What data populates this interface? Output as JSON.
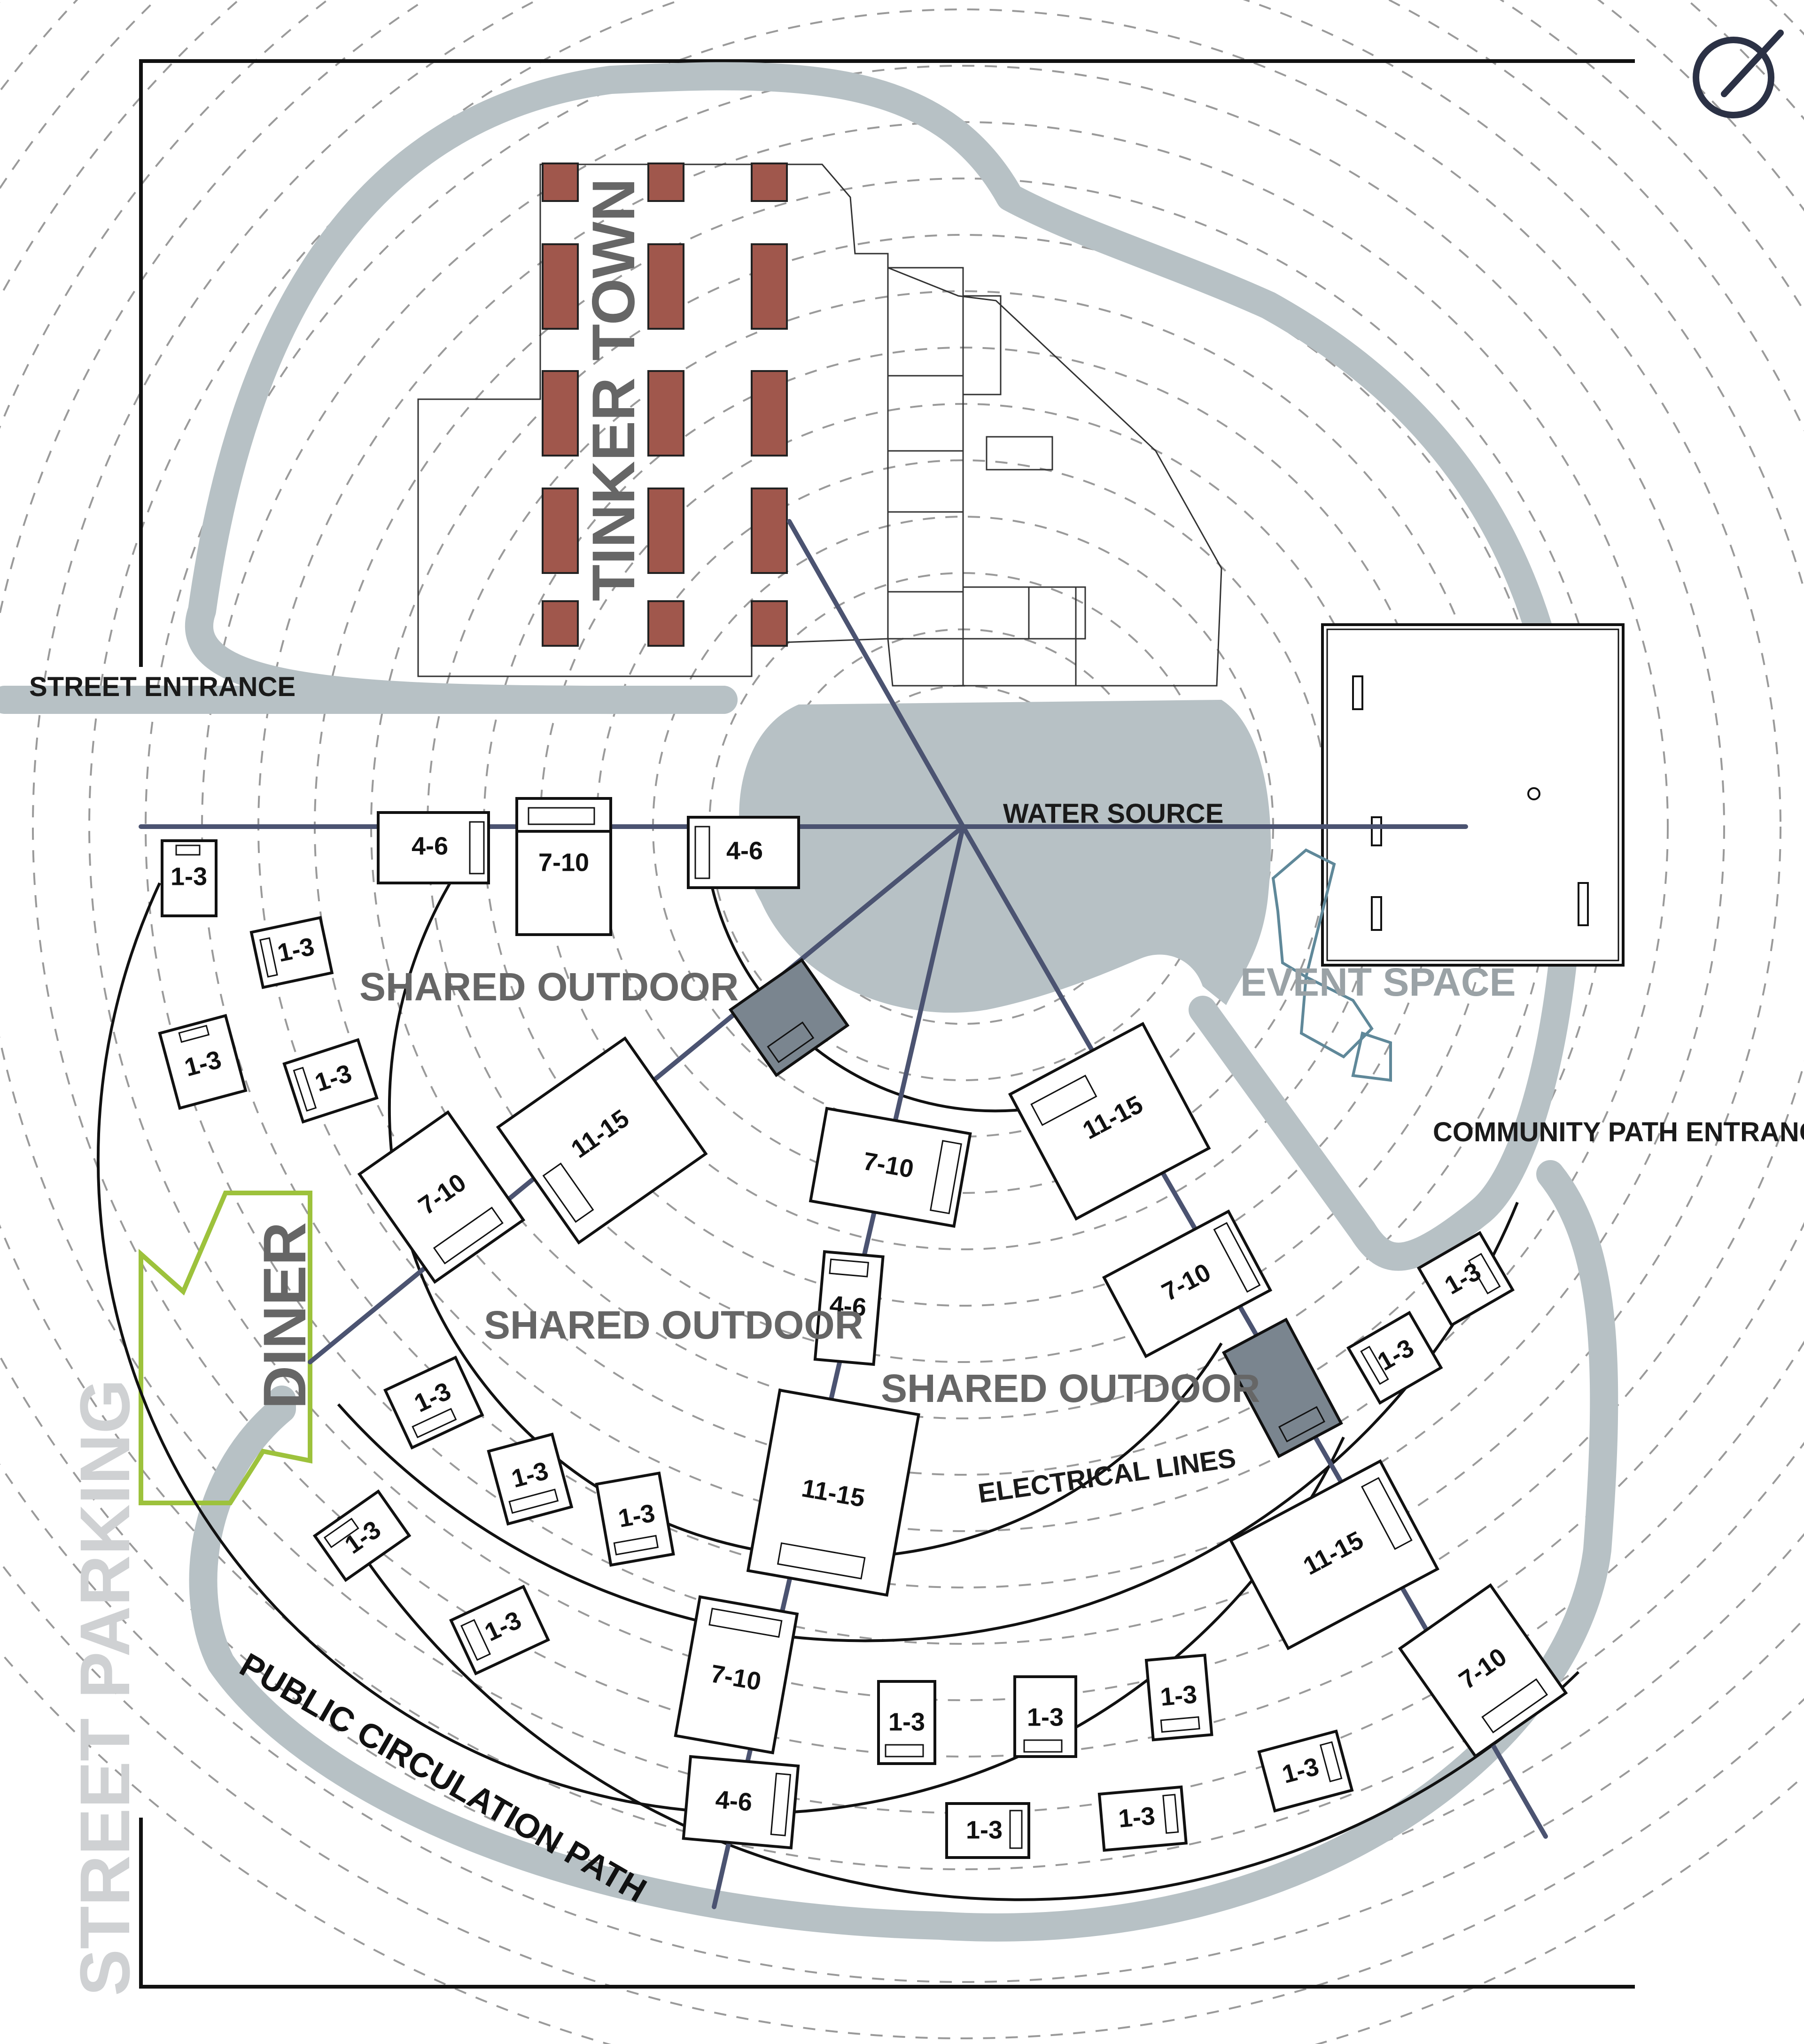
{
  "labels": {
    "street_entrance": "STREET ENTRANCE",
    "water_source": "WATER SOURCE",
    "community_path_entrance": "COMMUNITY PATH ENTRANCE",
    "event_space": "EVENT SPACE",
    "tinker_town": "TINKER TOWN",
    "diner": "DINER",
    "street_parking": "STREET PARKING",
    "public_circulation_path": "PUBLIC CIRCULATION PATH",
    "electrical_lines": "ELECTRICAL LINES",
    "shared_outdoor_1": "SHARED OUTDOOR",
    "shared_outdoor_2": "SHARED OUTDOOR",
    "shared_outdoor_3": "SHARED OUTDOOR"
  },
  "units": [
    "1-3",
    "4-6",
    "7-10",
    "4-6",
    "1-3",
    "1-3",
    "1-3",
    "11-15",
    "7-10",
    "11-15",
    "7-10",
    "4-6",
    "7-10",
    "1-3",
    "1-3",
    "1-3",
    "11-15",
    "1-3",
    "1-3",
    "1-3",
    "1-3",
    "7-10",
    "1-3",
    "1-3",
    "1-3",
    "11-15",
    "7-10",
    "4-6",
    "1-3",
    "1-3",
    "1-3"
  ],
  "colors": {
    "path": "#b7c1c5",
    "utility_line": "#4b5371",
    "tinker_plots": "#a0574c",
    "diner_outline": "#9dc23c",
    "event_space_outline": "#5f8899",
    "shaded_unit": "#7a858f"
  },
  "icons": {
    "north_arrow": "north-arrow-icon"
  }
}
